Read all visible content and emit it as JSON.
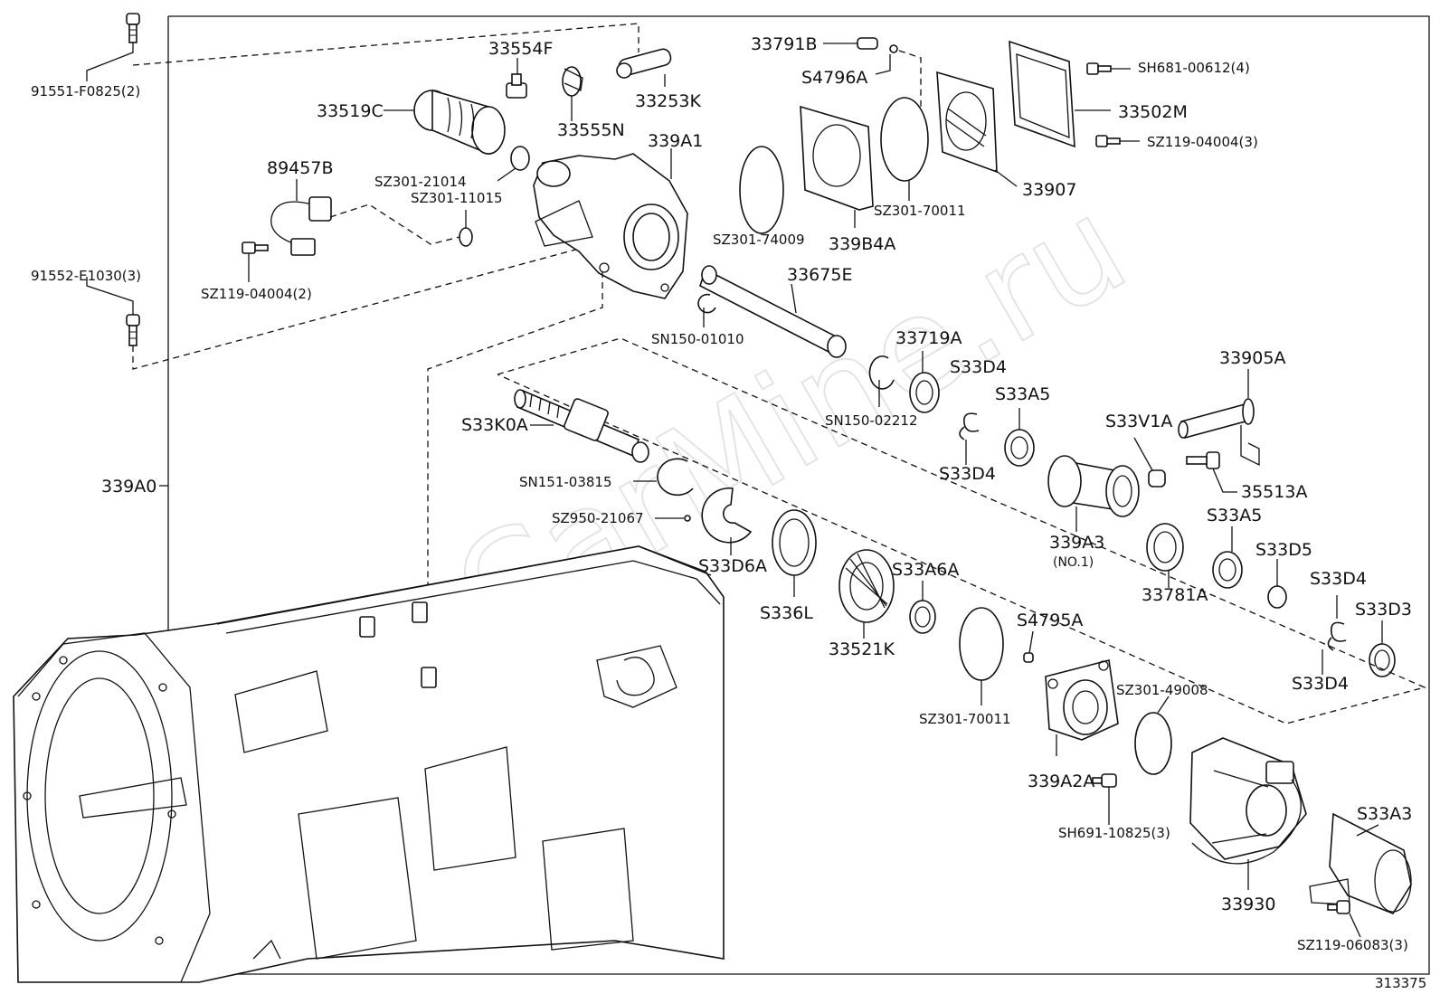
{
  "diagram": {
    "watermark": "ToyotaCarMine.ru",
    "figure_number": "313375",
    "labels": {
      "p91551": "91551-F0825(2)",
      "p91552": "91552-E1030(3)",
      "p339A0": "339A0",
      "p33554F": "33554F",
      "p33519C": "33519C",
      "p33555N": "33555N",
      "p33253K": "33253K",
      "p339A1": "339A1",
      "p89457B": "89457B",
      "pSZ301_21014": "SZ301-21014",
      "pSZ301_11015": "SZ301-11015",
      "pSZ119_04004_2": "SZ119-04004(2)",
      "p33791B": "33791B",
      "pS4796A": "S4796A",
      "pSH681": "SH681-00612(4)",
      "p33502M": "33502M",
      "pSZ119_04004_3": "SZ119-04004(3)",
      "p33907": "33907",
      "pSZ301_70011_top": "SZ301-70011",
      "p339B4A": "339B4A",
      "pSZ301_74009": "SZ301-74009",
      "p33675E": "33675E",
      "pSN150_01010": "SN150-01010",
      "p33719A": "33719A",
      "pSN150_02212": "SN150-02212",
      "pS33D4_a": "S33D4",
      "pS33A5_a": "S33A5",
      "pS33D4_b": "S33D4",
      "p33905A": "33905A",
      "pS33V1A": "S33V1A",
      "p35513A": "35513A",
      "p339A3": "339A3",
      "p339A3_sub": "(NO.1)",
      "pS33K0A": "S33K0A",
      "pSN151_03815": "SN151-03815",
      "pSZ950_21067": "SZ950-21067",
      "pS33D6A": "S33D6A",
      "pS336L": "S336L",
      "p33521K": "33521K",
      "pS33A6A": "S33A6A",
      "pS33A5_b": "S33A5",
      "p33781A": "33781A",
      "pS33D5": "S33D5",
      "pS33D4_c": "S33D4",
      "pS33D3": "S33D3",
      "pS33D4_d": "S33D4",
      "pS4795A": "S4795A",
      "pSZ301_70011_low": "SZ301-70011",
      "pSZ301_49008": "SZ301-49008",
      "p339A2A": "339A2A",
      "pSH691": "SH691-10825(3)",
      "p33930": "33930",
      "pS33A3": "S33A3",
      "pSZ119_06083": "SZ119-06083(3)"
    }
  }
}
